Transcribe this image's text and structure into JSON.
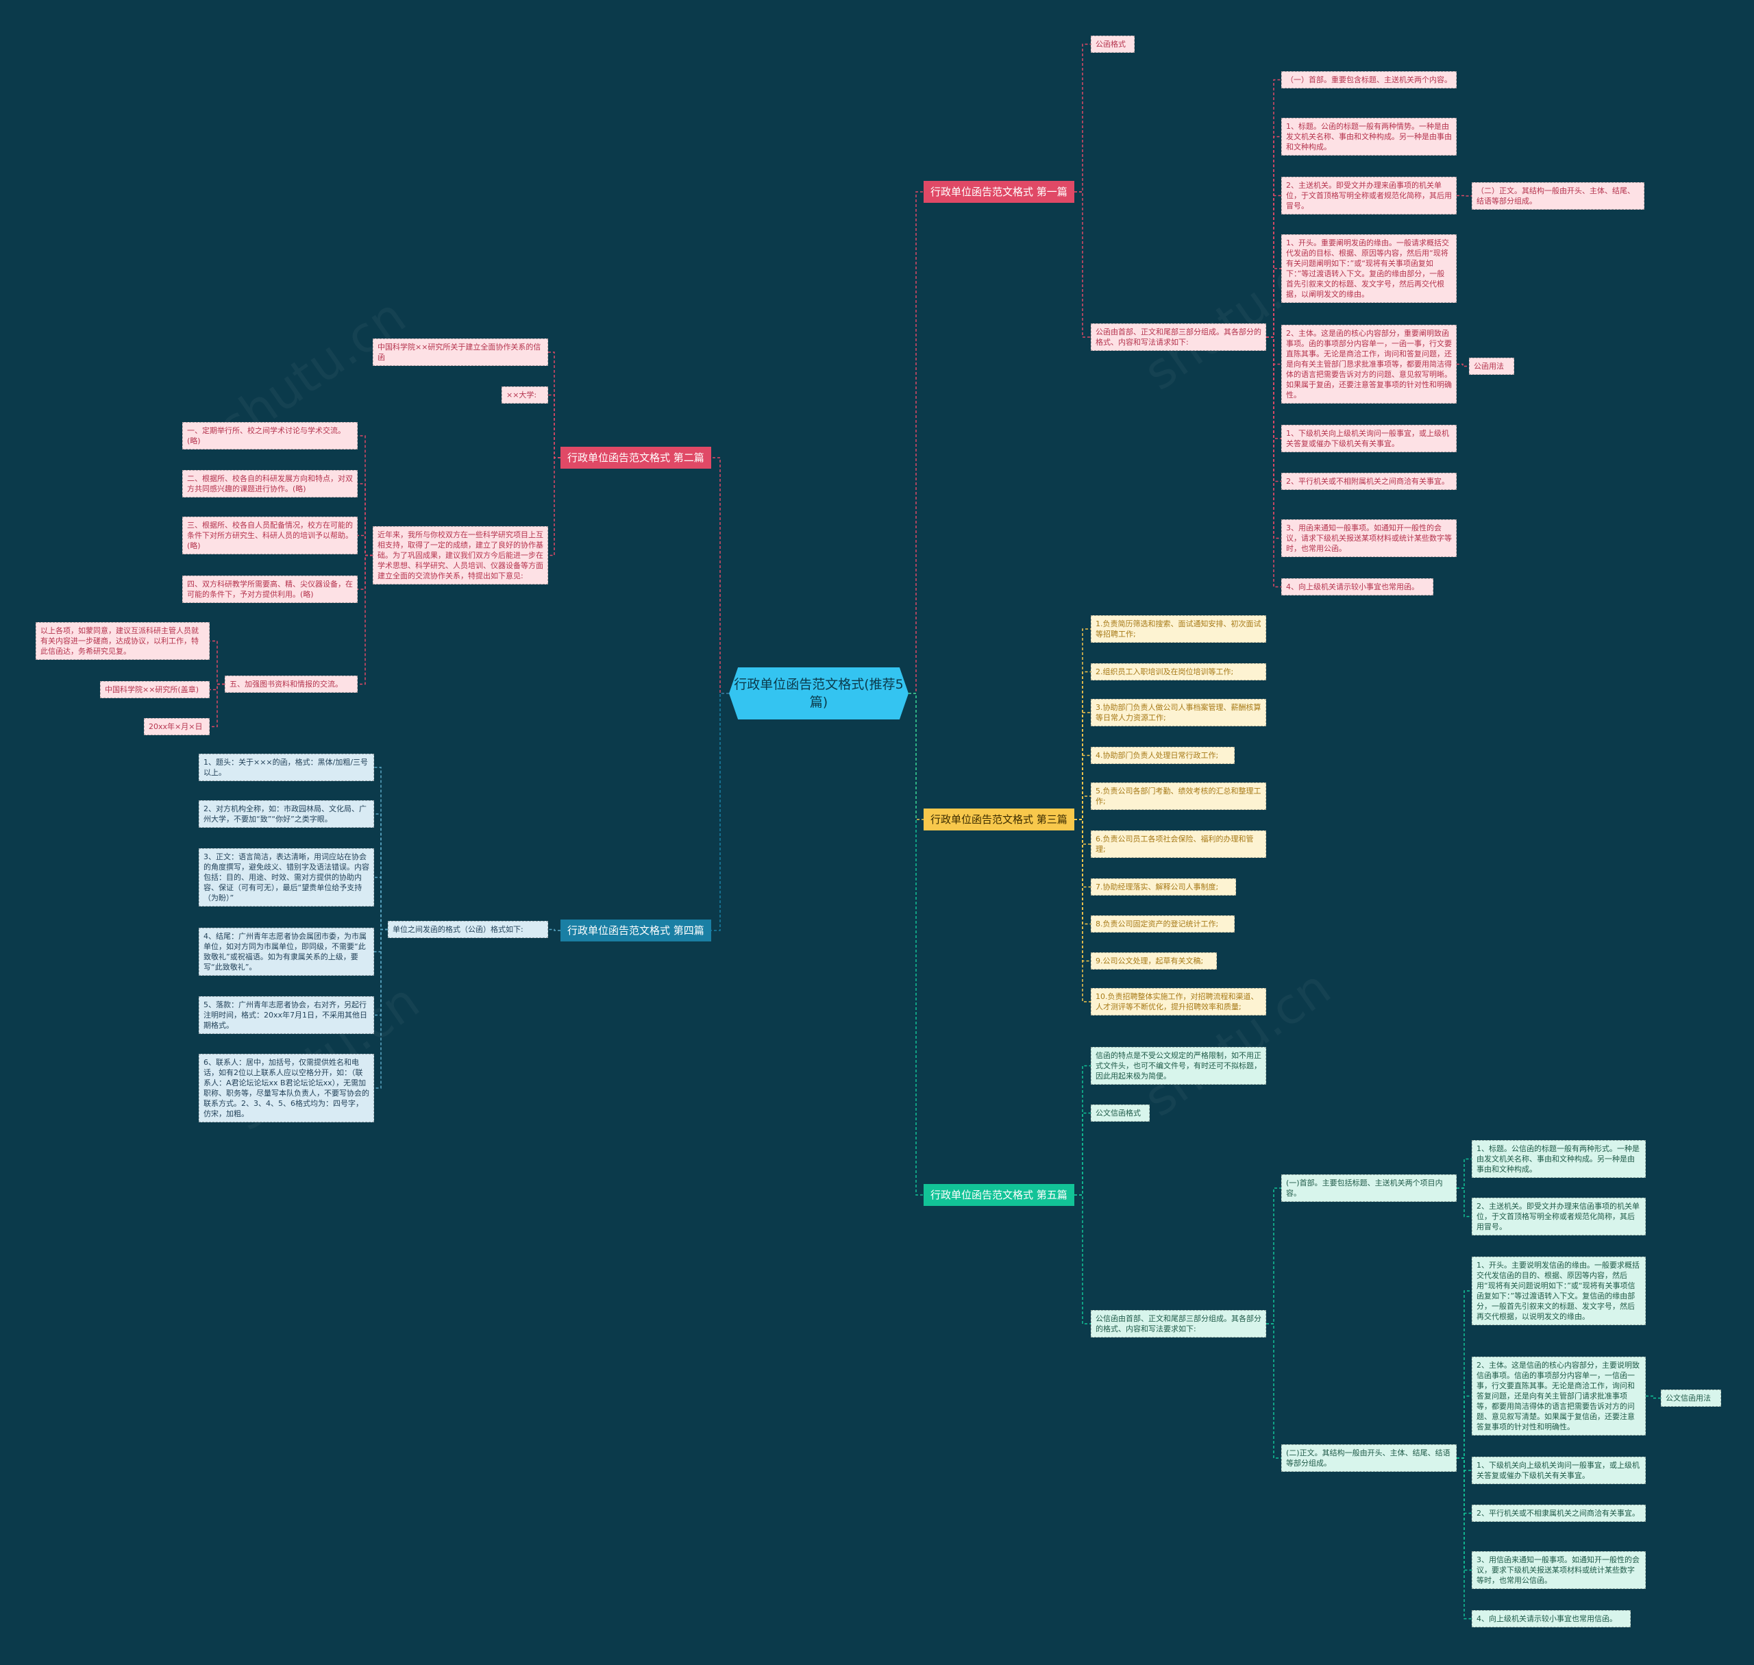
{
  "center": "行政单位函告范文格式(推荐5篇)",
  "branches": {
    "b1": "行政单位函告范文格式 第一篇",
    "b2": "行政单位函告范文格式 第二篇",
    "b3": "行政单位函告范文格式 第三篇",
    "b4": "行政单位函告范文格式 第四篇",
    "b5": "行政单位函告范文格式 第五篇"
  },
  "b1": {
    "format_label": "公函格式",
    "composition": "公函由首部、正文和尾部三部分组成。其各部分的格式、内容和写法请求如下:",
    "head": "（一）首部。重要包含标题、主送机关两个内容。",
    "title": "1、标题。公函的标题一般有两种情势。一种是由发文机关名称、事由和文种构成。另一种是由事由和文种构成。",
    "recipient": "2、主送机关。即受文并办理来函事项的机关单位，于文首顶格写明全称或者规范化简称，其后用冒号。",
    "body_intro": "（二）正文。其结构一般由开头、主体、结尾、结语等部分组成。",
    "opening": "1、开头。重要阐明发函的缘由。一般请求概括交代发函的目标、根据、原因等内容，然后用“现将有关问题阐明如下：”或“现将有关事项函复如下：”等过渡语转入下文。复函的缘由部分，一般首先引叙来文的标题、发文字号，然后再交代根据，以阐明发文的缘由。",
    "main": "2、主体。这是函的核心内容部分，重要阐明致函事项。函的事项部分内容单一，一函一事，行文要直陈其事。无论是商洽工作，询问和答复问题，还是向有关主管部门恳求批准事项等，都要用简洁得体的语言把需要告诉对方的问题、意见叙写明晰。如果属于复函，还要注意答复事项的针对性和明确性。",
    "usage_label": "公函用法",
    "u1": "1、下级机关向上级机关询问一般事宜，或上级机关答复或催办下级机关有关事宜。",
    "u2": "2、平行机关或不相附属机关之间商洽有关事宜。",
    "u3": "3、用函来通知一般事项。如通知开一般性的会议，请求下级机关报送某项材料或统计某些数字等时，也常用公函。",
    "u4": "4、向上级机关请示较小事宜也常用函。"
  },
  "b2": {
    "c1": "中国科学院××研究所关于建立全面协作关系的信函",
    "c2": "××大学:",
    "c3": "近年来，我所与你校双方在一些科学研究项目上互相支持，取得了一定的成绩，建立了良好的协作基础。为了巩固成果，建议我们双方今后能进一步在学术思想、科学研究、人员培训、仪器设备等方面建立全面的交流协作关系，特提出如下意见:",
    "p1": "一、定期举行所、校之间学术讨论与学术交流。(略)",
    "p2": "二、根据所、校各自的科研发展方向和特点，对双方共同感兴趣的课题进行协作。(略)",
    "p3": "三、根据所、校各自人员配备情况，校方在可能的条件下对所方研究生、科研人员的培训予以帮助。(略)",
    "p4": "四、双方科研教学所需要高、精、尖仪器设备，在可能的条件下，予对方提供利用。(略)",
    "p5": "五、加强图书资料和情报的交流。",
    "end": "以上各项，如蒙同意，建议互派科研主管人员就有关内容进一步磋商，达成协议，以利工作，特此信函达，务希研究见复。",
    "sign": "中国科学院××研究所(盖章)",
    "date": "20xx年×月×日"
  },
  "b3": {
    "items": [
      "1.负责简历筛选和搜索、面试通知安排、初次面试等招聘工作;",
      "2.组织员工入职培训及在岗位培训等工作;",
      "3.协助部门负责人做公司人事档案管理、薪酬核算等日常人力资源工作;",
      "4.协助部门负责人处理日常行政工作;",
      "5.负责公司各部门考勤、绩效考核的汇总和整理工作;",
      "6.负责公司员工各项社会保险、福利的办理和管理;",
      "7.协助经理落实、解释公司人事制度;",
      "8.负责公司固定资产的登记统计工作;",
      "9.公司公文处理，起草有关文稿;",
      "10.负责招聘整体实施工作，对招聘流程和渠道、人才测评等不断优化，提升招聘效率和质量;"
    ]
  },
  "b4": {
    "intro": "单位之间发函的格式（公函）格式如下:",
    "items": [
      "1、题头：关于×××的函，格式：黑体/加粗/三号以上。",
      "2、对方机构全称，如：市政园林局、文化局、广州大学，不要加“致”“你好”之类字眼。",
      "3、正文：语言简洁，表达清晰，用词应站在协会的角度撰写，避免歧义、错别字及语法错误。内容包括：目的、用途、时效、需对方提供的协助内容、保证（可有可无），最后“望贵单位给予支持（为盼）”",
      "4、结尾：广州青年志愿者协会属团市委，为市属单位，如对方同为市属单位，即同级，不需要“此致敬礼”或祝福语。如为有隶属关系的上级，要写“此致敬礼”。",
      "5、落款：广州青年志愿者协会，右对齐，另起行注明时间，格式：20xx年7月1日，不采用其他日期格式。",
      "6、联系人：居中，加括号，仅需提供姓名和电话，如有2位以上联系人应以空格分开，如：（联系人：A君论坛论坛xx B君论坛论坛xx），无需加职称、职务等，尽量写本队负责人，不要写协会的联系方式。2、3、4、5、6格式均为：四号字，仿宋，加粗。"
    ]
  },
  "b5": {
    "feature": "信函的特点是不受公文规定的严格限制，如不用正式文件头，也可不编文件号，有时还可不拟标题，因此用起来极为简便。",
    "format_label": "公文信函格式",
    "composition": "公信函由首部、正文和尾部三部分组成。其各部分的格式、内容和写法要求如下:",
    "head": "(一)首部。主要包括标题、主送机关两个项目内容。",
    "title": "1、标题。公信函的标题一般有两种形式。一种是由发文机关名称、事由和文种构成。另一种是由事由和文种构成。",
    "recipient": "2、主送机关。即受文并办理来信函事项的机关单位，于文首顶格写明全称或者规范化简称，其后用冒号。",
    "body_intro": "(二)正文。其结构一般由开头、主体、结尾、结语等部分组成。",
    "opening": "1、开头。主要说明发信函的缘由。一般要求概括交代发信函的目的、根据、原因等内容，然后用“现将有关问题说明如下：”或“现将有关事项信函复如下：”等过渡语转入下文。复信函的缘由部分，一般首先引叙来文的标题、发文字号，然后再交代根据，以说明发文的缘由。",
    "main": "2、主体。这是信函的核心内容部分，主要说明致信函事项。信函的事项部分内容单一，一信函一事，行文要直陈其事。无论是商洽工作，询问和答复问题，还是向有关主管部门请求批准事项等，都要用简洁得体的语言把需要告诉对方的问题、意见叙写清楚。如果属于复信函，还要注意答复事项的针对性和明确性。",
    "usage_label": "公文信函用法",
    "u1": "1、下级机关向上级机关询问一般事宜，或上级机关答复或催办下级机关有关事宜。",
    "u2": "2、平行机关或不相隶属机关之间商洽有关事宜。",
    "u3": "3、用信函来通知一般事项。如通知开一般性的会议，要求下级机关报送某项材料或统计某些数字等时，也常用公信函。",
    "u4": "4、向上级机关请示较小事宜也常用信函。"
  },
  "colors": {
    "background": "#0b3a4b",
    "center": "#34c4f1",
    "branch1": "#e04966",
    "branch2": "#e04966",
    "branch3": "#f8c84c",
    "branch4": "#1a7fa4",
    "branch5": "#12c397"
  }
}
